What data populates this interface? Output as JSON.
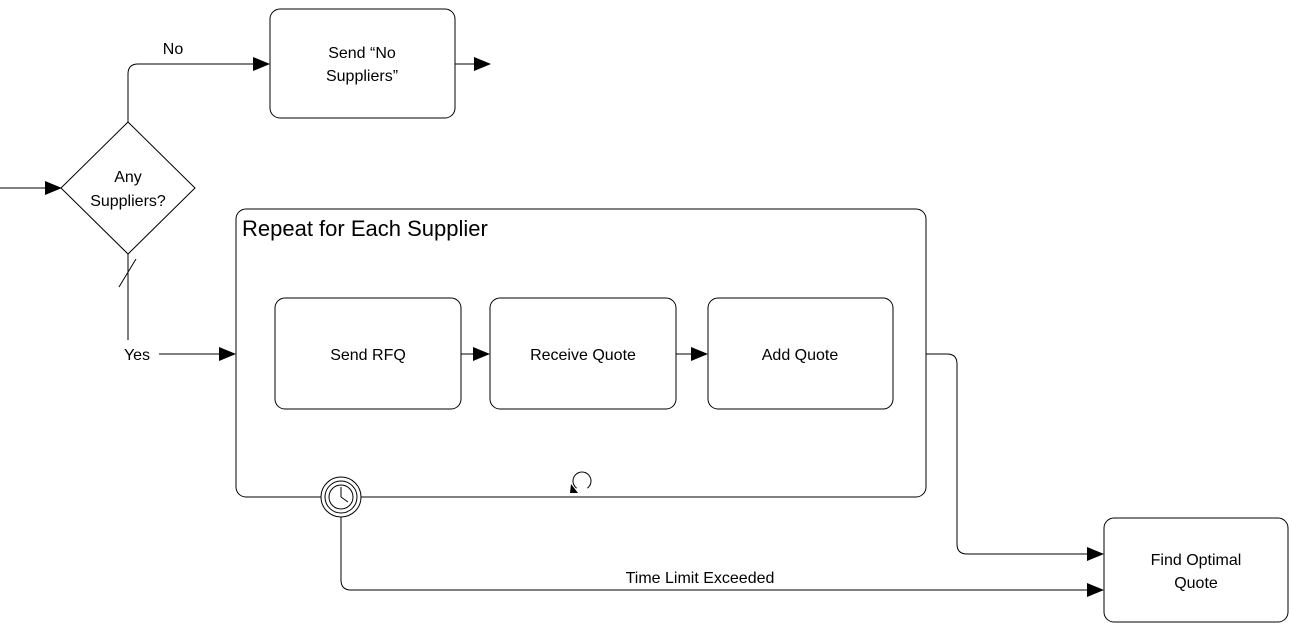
{
  "gateway": {
    "label_line1": "Any",
    "label_line2": "Suppliers?"
  },
  "flows": {
    "no_label": "No",
    "yes_label": "Yes",
    "timeout_label": "Time Limit Exceeded"
  },
  "tasks": {
    "send_no_suppliers_line1": "Send “No",
    "send_no_suppliers_line2": "Suppliers”",
    "send_rfq": "Send RFQ",
    "receive_quote": "Receive Quote",
    "add_quote": "Add Quote",
    "find_optimal_line1": "Find Optimal",
    "find_optimal_line2": "Quote"
  },
  "subprocess": {
    "title": "Repeat for Each Supplier",
    "marker_icon": "loop-icon"
  },
  "events": {
    "timer_icon": "timer-boundary-event-icon"
  },
  "colors": {
    "stroke": "#000000",
    "fill": "#ffffff"
  }
}
